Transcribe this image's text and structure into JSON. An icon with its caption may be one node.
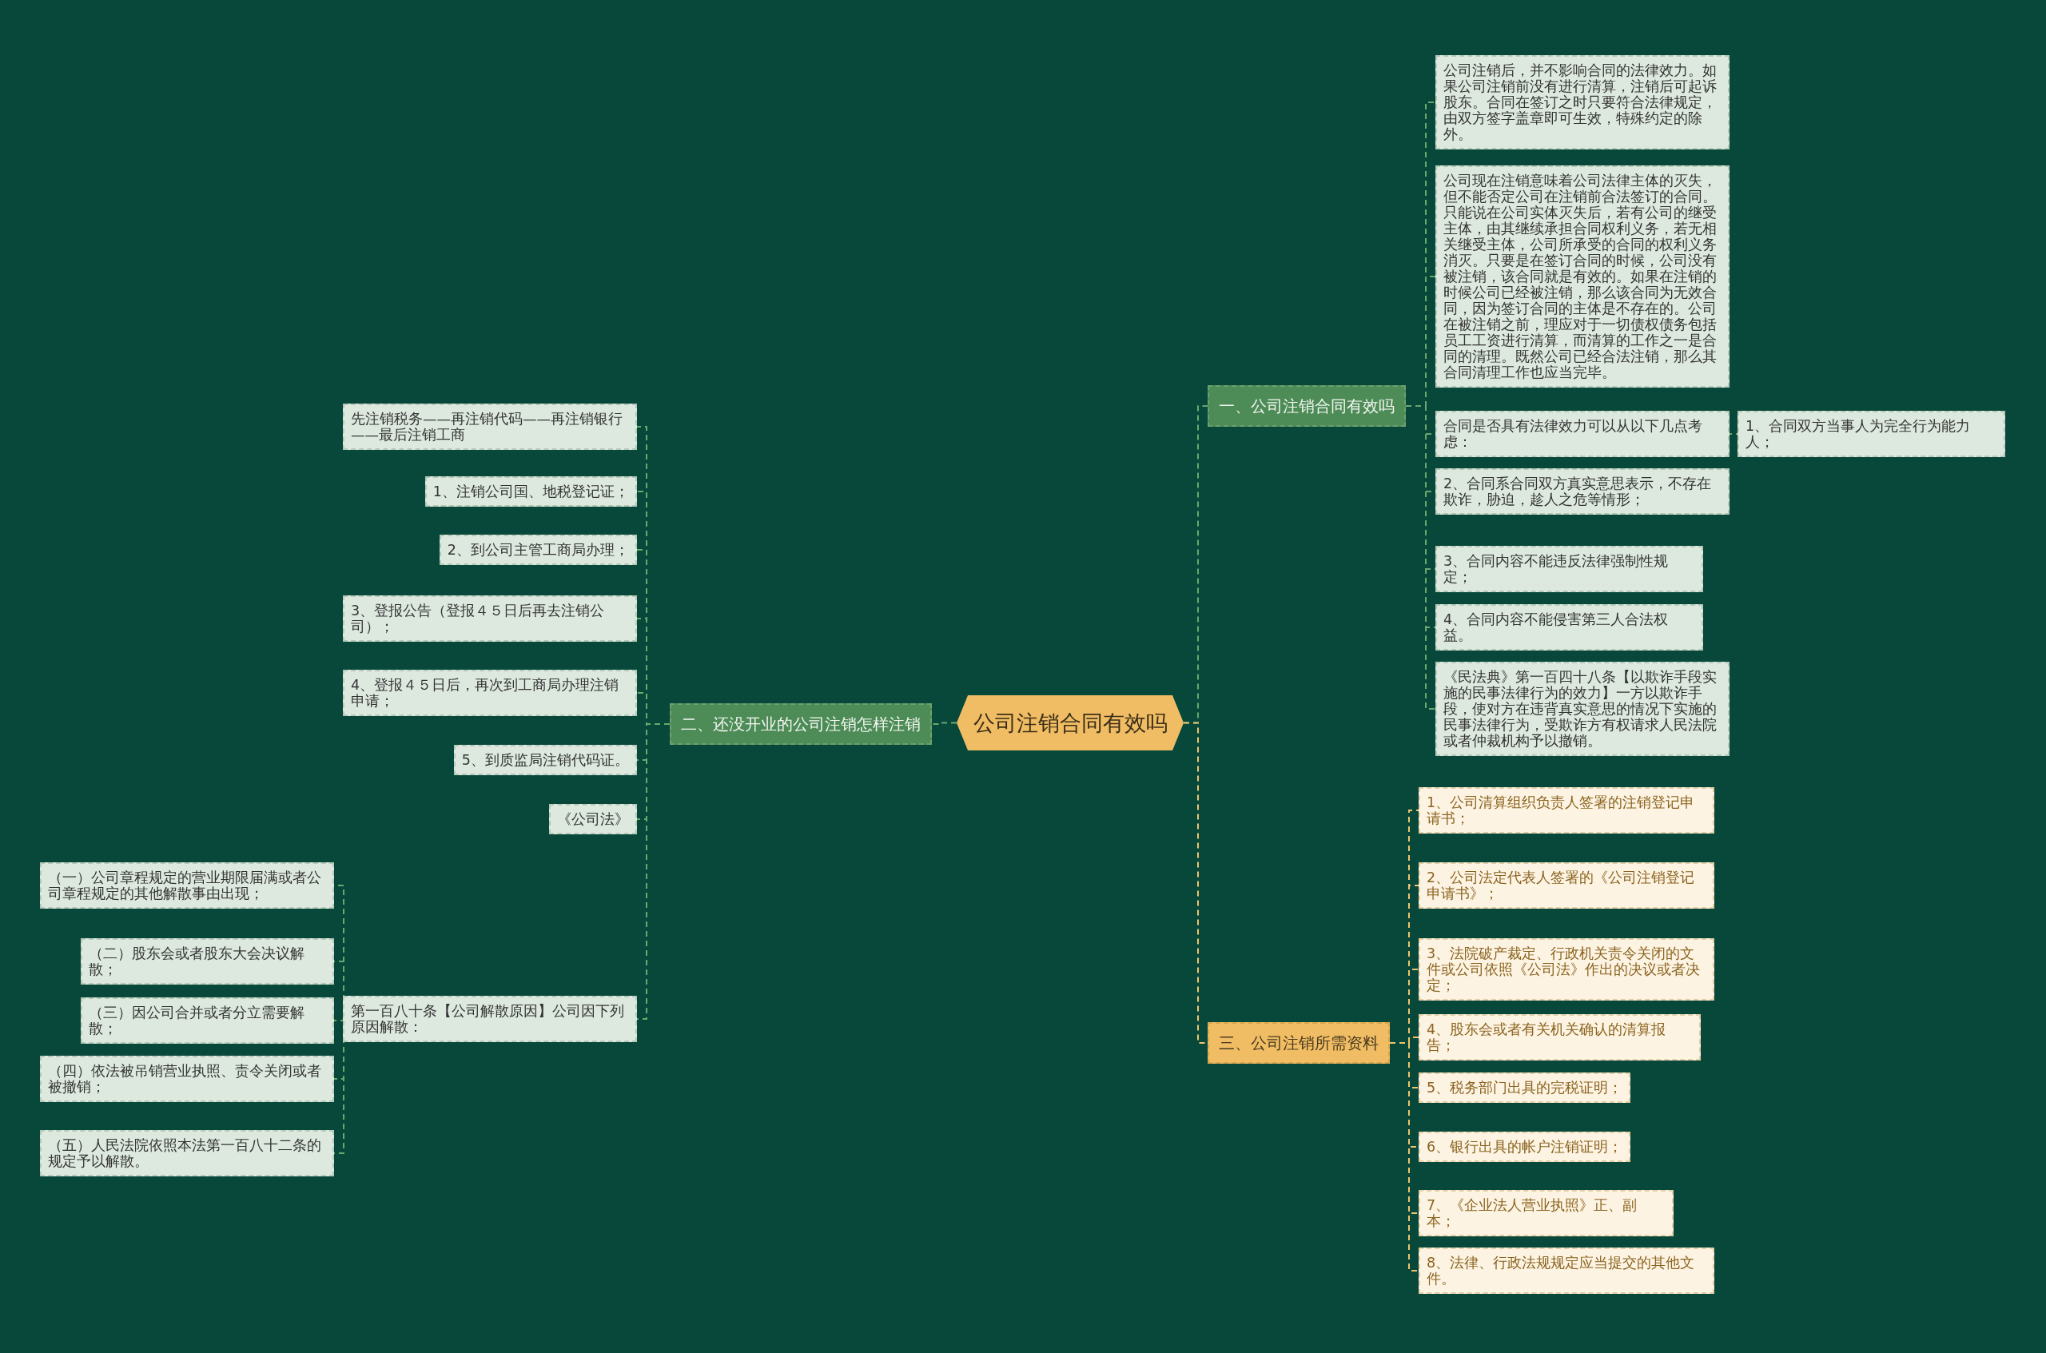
{
  "diagram": {
    "nodes": [
      {
        "text": [
          "公司注销合同有效吗"
        ]
      },
      {
        "text": [
          "一、公司注销合同有效吗"
        ]
      },
      {
        "text": [
          "公司注销后，并不影响合同的法律效力。如果公司注销前没有进行清算，注销后可起诉股东。合同在签订之时只要符合法律规定，由双方签字盖章即可生效，特殊约定的除外。"
        ]
      },
      {
        "text": [
          "公司现在注销意味着公司法律主体的灭失，但不能否定公司在注销前合法签订的合同。只能说在公司实体灭失后，若有公司的继受主体，由其继续承担合同权利义务，若无相关继受主体，公司所承受的合同的权利义务消灭。只要是在签订合同的时候，公司没有被注销，该合同就是有效的。如果在注销的时候公司已经被注销，那么该合同为无效合同，因为签订合同的主体是不存在的。公司在被注销之前，理应对于一切债权债务包括员工工资进行清算，而清算的工作之一是合同的清理。既然公司已经合法注销，那么其合同清理工作也应当完毕。"
        ]
      },
      {
        "text": [
          "合同是否具有法律效力可以从以下几点考虑："
        ]
      },
      {
        "text": [
          "1、合同双方当事人为完全行为能力人；"
        ]
      },
      {
        "text": [
          "2、合同系合同双方真实意思表示，不存在欺诈，胁迫，趁人之危等情形；"
        ]
      },
      {
        "text": [
          "3、合同内容不能违反法律强制性规定；"
        ]
      },
      {
        "text": [
          "4、合同内容不能侵害第三人合法权益。"
        ]
      },
      {
        "text": [
          "《民法典》第一百四十八条【以欺诈手段实施的民事法律行为的效力】一方以欺诈手段，使对方在违背真实意思的情况下实施的民事法律行为，受欺诈方有权请求人民法院或者仲裁机构予以撤销。"
        ]
      },
      {
        "text": [
          "二、还没开业的公司注销怎样注销"
        ]
      },
      {
        "text": [
          "先注销税务——再注销代码——再注销银行——最后注销工商"
        ]
      },
      {
        "text": [
          "1、注销公司国、地税登记证；"
        ]
      },
      {
        "text": [
          "2、到公司主管工商局办理；"
        ]
      },
      {
        "text": [
          "3、登报公告（登报４５日后再去注销公司）；"
        ]
      },
      {
        "text": [
          "4、登报４５日后，再次到工商局办理注销申请；"
        ]
      },
      {
        "text": [
          "5、到质监局注销代码证。"
        ]
      },
      {
        "text": [
          "《公司法》"
        ]
      },
      {
        "text": [
          "第一百八十条【公司解散原因】公司因下列原因解散："
        ]
      },
      {
        "text": [
          "（一）公司章程规定的营业期限届满或者公司章程规定的其他解散事由出现；"
        ]
      },
      {
        "text": [
          "（二）股东会或者股东大会决议解散；"
        ]
      },
      {
        "text": [
          "（三）因公司合并或者分立需要解散；"
        ]
      },
      {
        "text": [
          "（四）依法被吊销营业执照、责令关闭或者被撤销；"
        ]
      },
      {
        "text": [
          "（五）人民法院依照本法第一百八十二条的规定予以解散。"
        ]
      },
      {
        "text": [
          "三、公司注销所需资料"
        ]
      },
      {
        "text": [
          "1、公司清算组织负责人签署的注销登记申请书；"
        ]
      },
      {
        "text": [
          "2、公司法定代表人签署的《公司注销登记申请书》；"
        ]
      },
      {
        "text": [
          "3、法院破产裁定、行政机关责令关闭的文件或公司依照《公司法》作出的决议或者决定；"
        ]
      },
      {
        "text": [
          "4、股东会或者有关机关确认的清算报告；"
        ]
      },
      {
        "text": [
          "5、税务部门出具的完税证明；"
        ]
      },
      {
        "text": [
          "6、银行出具的帐户注销证明；"
        ]
      },
      {
        "text": [
          "7、《企业法人营业执照》正、副本；"
        ]
      },
      {
        "text": [
          "8、法律、行政法规规定应当提交的其他文件。"
        ]
      }
    ],
    "edges": [
      {
        "from": 0,
        "to": 1,
        "arrow": "none"
      },
      {
        "from": 1,
        "to": 2,
        "arrow": "none"
      },
      {
        "from": 1,
        "to": 3,
        "arrow": "none"
      },
      {
        "from": 1,
        "to": 4,
        "arrow": "none"
      },
      {
        "from": 4,
        "to": 5,
        "arrow": "none"
      },
      {
        "from": 1,
        "to": 6,
        "arrow": "none"
      },
      {
        "from": 1,
        "to": 7,
        "arrow": "none"
      },
      {
        "from": 1,
        "to": 8,
        "arrow": "none"
      },
      {
        "from": 1,
        "to": 9,
        "arrow": "none"
      },
      {
        "from": 0,
        "to": 10,
        "arrow": "none"
      },
      {
        "from": 10,
        "to": 11,
        "arrow": "none"
      },
      {
        "from": 10,
        "to": 12,
        "arrow": "none"
      },
      {
        "from": 10,
        "to": 13,
        "arrow": "none"
      },
      {
        "from": 10,
        "to": 14,
        "arrow": "none"
      },
      {
        "from": 10,
        "to": 15,
        "arrow": "none"
      },
      {
        "from": 10,
        "to": 16,
        "arrow": "none"
      },
      {
        "from": 10,
        "to": 17,
        "arrow": "none"
      },
      {
        "from": 10,
        "to": 18,
        "arrow": "none"
      },
      {
        "from": 18,
        "to": 19,
        "arrow": "none"
      },
      {
        "from": 18,
        "to": 20,
        "arrow": "none"
      },
      {
        "from": 18,
        "to": 21,
        "arrow": "none"
      },
      {
        "from": 18,
        "to": 22,
        "arrow": "none"
      },
      {
        "from": 18,
        "to": 23,
        "arrow": "none"
      },
      {
        "from": 0,
        "to": 24,
        "arrow": "none",
        "color": "#f0c46e"
      },
      {
        "from": 24,
        "to": 25,
        "arrow": "none",
        "color": "#f0c46e"
      },
      {
        "from": 24,
        "to": 26,
        "arrow": "none",
        "color": "#f0c46e"
      },
      {
        "from": 24,
        "to": 27,
        "arrow": "none",
        "color": "#f0c46e"
      },
      {
        "from": 24,
        "to": 28,
        "arrow": "none",
        "color": "#f0c46e"
      },
      {
        "from": 24,
        "to": 29,
        "arrow": "none",
        "color": "#f0c46e"
      },
      {
        "from": 24,
        "to": 30,
        "arrow": "none",
        "color": "#f0c46e"
      },
      {
        "from": 24,
        "to": 31,
        "arrow": "none",
        "color": "#f0c46e"
      },
      {
        "from": 24,
        "to": 32,
        "arrow": "none",
        "color": "#f0c46e"
      }
    ]
  }
}
